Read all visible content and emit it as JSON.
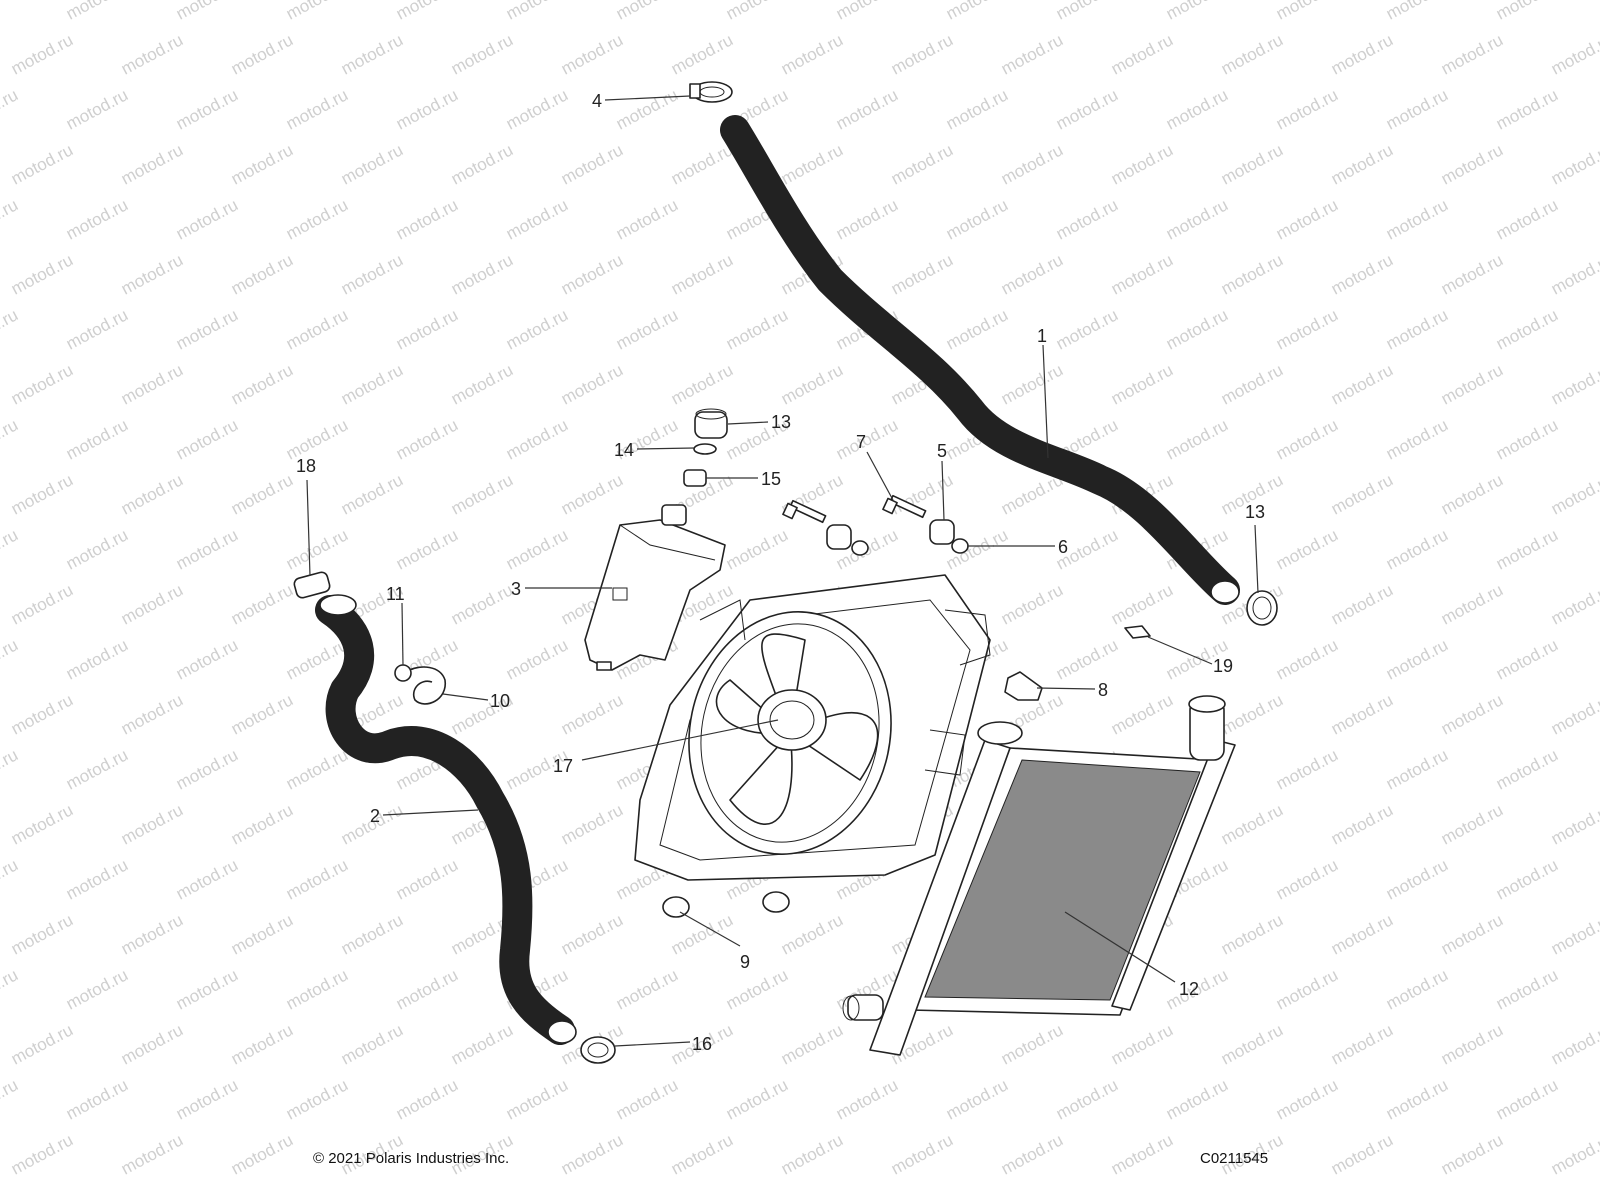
{
  "footer": {
    "copyright": "© 2021 Polaris Industries Inc.",
    "diagram_id": "C0211545"
  },
  "watermark": {
    "text": "motod.ru",
    "color": "#cfcfcf"
  },
  "callouts": [
    "1",
    "2",
    "3",
    "4",
    "5",
    "6",
    "7",
    "8",
    "9",
    "10",
    "11",
    "12",
    "13",
    "13",
    "14",
    "15",
    "16",
    "17",
    "18",
    "19"
  ]
}
